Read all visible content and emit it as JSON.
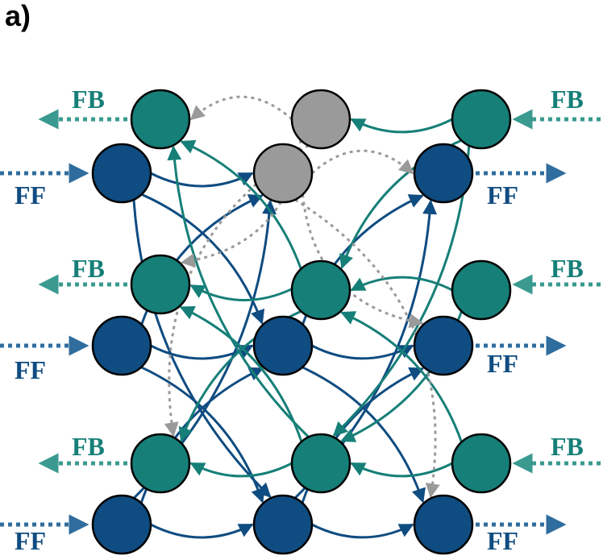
{
  "panel_label": "a)",
  "labels": {
    "fb": "FB",
    "ff": "FF"
  },
  "colors": {
    "ff": "#0f4c81",
    "fb": "#167f78",
    "lateral": "#9a9a9a",
    "ff_io": "#2f6d9e",
    "fb_io": "#3a9a90",
    "node_stroke": "#000000"
  },
  "nodes": [
    {
      "id": "L1",
      "role": "fb"
    },
    {
      "id": "L2",
      "role": "ff"
    },
    {
      "id": "L3",
      "role": "fb"
    },
    {
      "id": "L4",
      "role": "ff"
    },
    {
      "id": "L5",
      "role": "fb"
    },
    {
      "id": "L6",
      "role": "ff"
    },
    {
      "id": "M1",
      "role": "lateral"
    },
    {
      "id": "M2",
      "role": "lateral"
    },
    {
      "id": "M3",
      "role": "fb"
    },
    {
      "id": "M4",
      "role": "ff"
    },
    {
      "id": "M5",
      "role": "fb"
    },
    {
      "id": "M6",
      "role": "ff"
    },
    {
      "id": "R1",
      "role": "fb"
    },
    {
      "id": "R2",
      "role": "ff"
    },
    {
      "id": "R3",
      "role": "fb"
    },
    {
      "id": "R4",
      "role": "ff"
    },
    {
      "id": "R5",
      "role": "fb"
    },
    {
      "id": "R6",
      "role": "ff"
    }
  ],
  "edges": [
    {
      "from": "L2",
      "to": "M2",
      "type": "ff"
    },
    {
      "from": "L2",
      "to": "M4",
      "type": "ff"
    },
    {
      "from": "L2",
      "to": "M6",
      "type": "ff"
    },
    {
      "from": "L4",
      "to": "M2",
      "type": "ff"
    },
    {
      "from": "L4",
      "to": "M4",
      "type": "ff"
    },
    {
      "from": "L4",
      "to": "M6",
      "type": "ff"
    },
    {
      "from": "L6",
      "to": "M2",
      "type": "ff"
    },
    {
      "from": "L6",
      "to": "M4",
      "type": "ff"
    },
    {
      "from": "L6",
      "to": "M6",
      "type": "ff"
    },
    {
      "from": "M4",
      "to": "R2",
      "type": "ff"
    },
    {
      "from": "M4",
      "to": "R4",
      "type": "ff"
    },
    {
      "from": "M4",
      "to": "R6",
      "type": "ff"
    },
    {
      "from": "M6",
      "to": "R2",
      "type": "ff"
    },
    {
      "from": "M6",
      "to": "R4",
      "type": "ff"
    },
    {
      "from": "M6",
      "to": "R6",
      "type": "ff"
    },
    {
      "from": "R1",
      "to": "M1",
      "type": "fb"
    },
    {
      "from": "R1",
      "to": "M3",
      "type": "fb"
    },
    {
      "from": "R1",
      "to": "M5",
      "type": "fb"
    },
    {
      "from": "R3",
      "to": "M3",
      "type": "fb"
    },
    {
      "from": "R3",
      "to": "M5",
      "type": "fb"
    },
    {
      "from": "R5",
      "to": "M3",
      "type": "fb"
    },
    {
      "from": "R5",
      "to": "M5",
      "type": "fb"
    },
    {
      "from": "M3",
      "to": "L1",
      "type": "fb"
    },
    {
      "from": "M3",
      "to": "L3",
      "type": "fb"
    },
    {
      "from": "M3",
      "to": "L5",
      "type": "fb"
    },
    {
      "from": "M5",
      "to": "L1",
      "type": "fb"
    },
    {
      "from": "M5",
      "to": "L3",
      "type": "fb"
    },
    {
      "from": "M5",
      "to": "L5",
      "type": "fb"
    },
    {
      "from": "M1",
      "to": "L1",
      "type": "lateral"
    },
    {
      "from": "M1",
      "to": "L3",
      "type": "lateral"
    },
    {
      "from": "M1",
      "to": "L5",
      "type": "lateral"
    },
    {
      "from": "M2",
      "to": "R2",
      "type": "lateral"
    },
    {
      "from": "M2",
      "to": "R4",
      "type": "lateral"
    },
    {
      "from": "M2",
      "to": "R6",
      "type": "lateral"
    }
  ]
}
